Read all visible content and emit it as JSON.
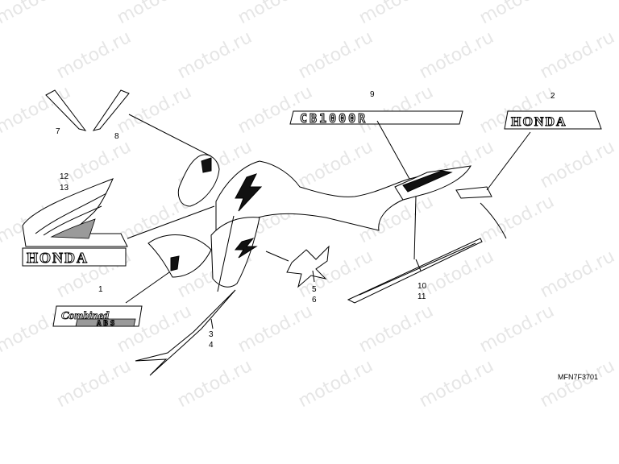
{
  "watermark": {
    "text": "motod.ru"
  },
  "diagram_code": "MFN7F3701",
  "decals": {
    "honda_emblem_text": "HONDA",
    "honda_side_text": "HONDA",
    "combined_text": "Combined",
    "abs_text": "ABS",
    "model_text": "CB1000R"
  },
  "callouts": {
    "c1": "1",
    "c2": "2",
    "c3": "3",
    "c4": "4",
    "c5": "5",
    "c6": "6",
    "c7": "7",
    "c8": "8",
    "c9": "9",
    "c10": "10",
    "c11": "11",
    "c12": "12",
    "c13": "13"
  }
}
